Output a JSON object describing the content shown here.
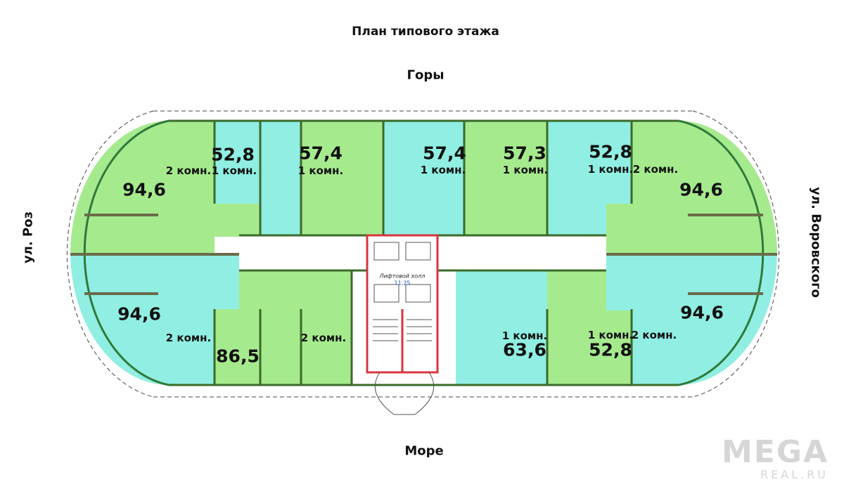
{
  "header": {
    "title": "План типового этажа"
  },
  "orientation": {
    "top": "Горы",
    "bottom": "Море",
    "left": "ул. Роз",
    "right": "ул. Воровского"
  },
  "colors": {
    "green": "#a6ea8e",
    "cyan": "#90eee2",
    "wall": "#3a6b2a",
    "core": "#d9343f"
  },
  "apartments": [
    {
      "area": "94,6",
      "rooms": "2 комн."
    },
    {
      "area": "52,8",
      "rooms": "1 комн."
    },
    {
      "area": "57,4",
      "rooms": "1 комн."
    },
    {
      "area": "57,4",
      "rooms": "1 комн."
    },
    {
      "area": "57,3",
      "rooms": "1 комн."
    },
    {
      "area": "52,8",
      "rooms": "1 комн."
    },
    {
      "area": "94,6",
      "rooms": "2 комн."
    },
    {
      "area": "94,6",
      "rooms": "2 комн."
    },
    {
      "area": "86,5",
      "rooms": "2 комн."
    },
    {
      "area": "63,6",
      "rooms": "1 комн."
    },
    {
      "area": "52,8",
      "rooms": "1 комн."
    },
    {
      "area": "94,6",
      "rooms": "2 комн."
    }
  ],
  "core": {
    "hall_label": "Лифтовой холл",
    "hall_area": "11,25"
  },
  "watermark": {
    "brand": "MEGA",
    "site": "REAL.RU"
  }
}
